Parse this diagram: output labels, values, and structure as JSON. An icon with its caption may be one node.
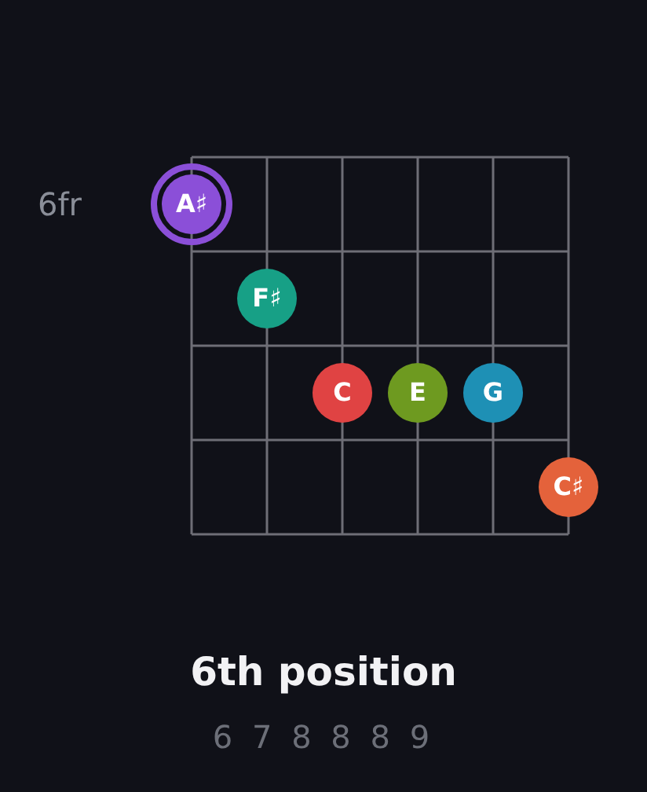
{
  "diagram": {
    "title": "6th position",
    "nodes": [
      {
        "text": [
          "A♯"
        ]
      },
      {
        "text": [
          "F♯"
        ]
      },
      {
        "text": [
          "C"
        ]
      },
      {
        "text": [
          "E"
        ]
      },
      {
        "text": [
          "G"
        ]
      },
      {
        "text": [
          "C♯"
        ]
      }
    ],
    "labels": [
      "6fr",
      "6 7 8 8 8 9"
    ]
  }
}
